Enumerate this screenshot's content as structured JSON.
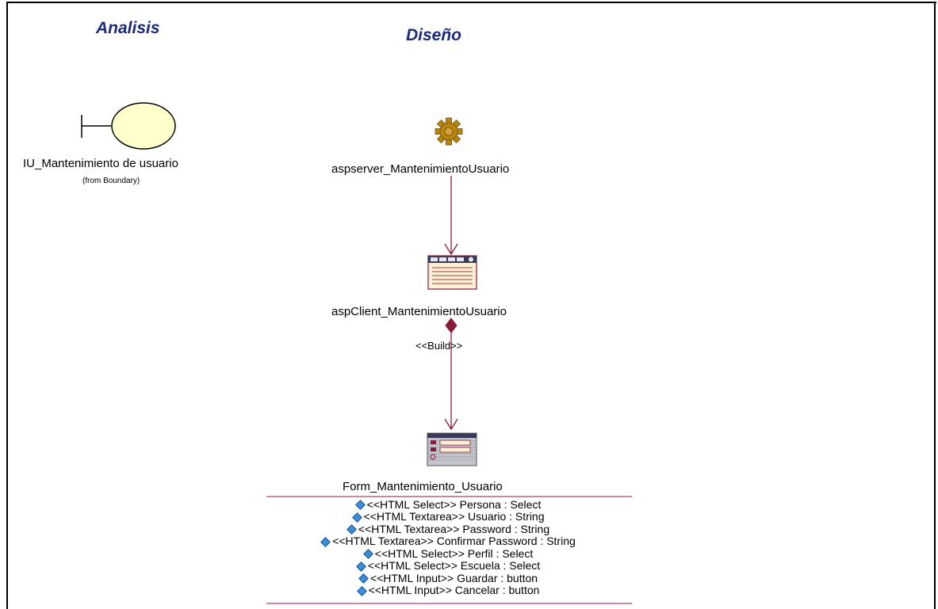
{
  "headings": {
    "analysis": "Analisis",
    "design": "Diseño"
  },
  "boundary": {
    "name": "IU_Mantenimiento de usuario",
    "from": "(from Boundary)"
  },
  "server_page": {
    "name": "aspserver_MantenimientoUsuario"
  },
  "client_page": {
    "name": "aspClient_MantenimientoUsuario"
  },
  "relation": {
    "stereotype": "<<Build>>"
  },
  "form": {
    "name": "Form_Mantenimiento_Usuario",
    "attributes": [
      "<<HTML Select>> Persona : Select",
      "<<HTML Textarea>> Usuario : String",
      "<<HTML Textarea>> Password : String",
      "<<HTML Textarea>> Confirmar Password : String",
      "<<HTML Select>> Perfil : Select",
      "<<HTML Select>> Escuela : Select",
      "<<HTML Input>> Guardar : button",
      "<<HTML Input>> Cancelar : button"
    ]
  },
  "colors": {
    "heading": "#1b2a7a",
    "connector": "#8b1a3a",
    "boundary_fill": "#ffffcc",
    "gear": "#b8860b",
    "icon_fill": "#fdf2d8",
    "attr_icon": "#3a8fd8"
  }
}
